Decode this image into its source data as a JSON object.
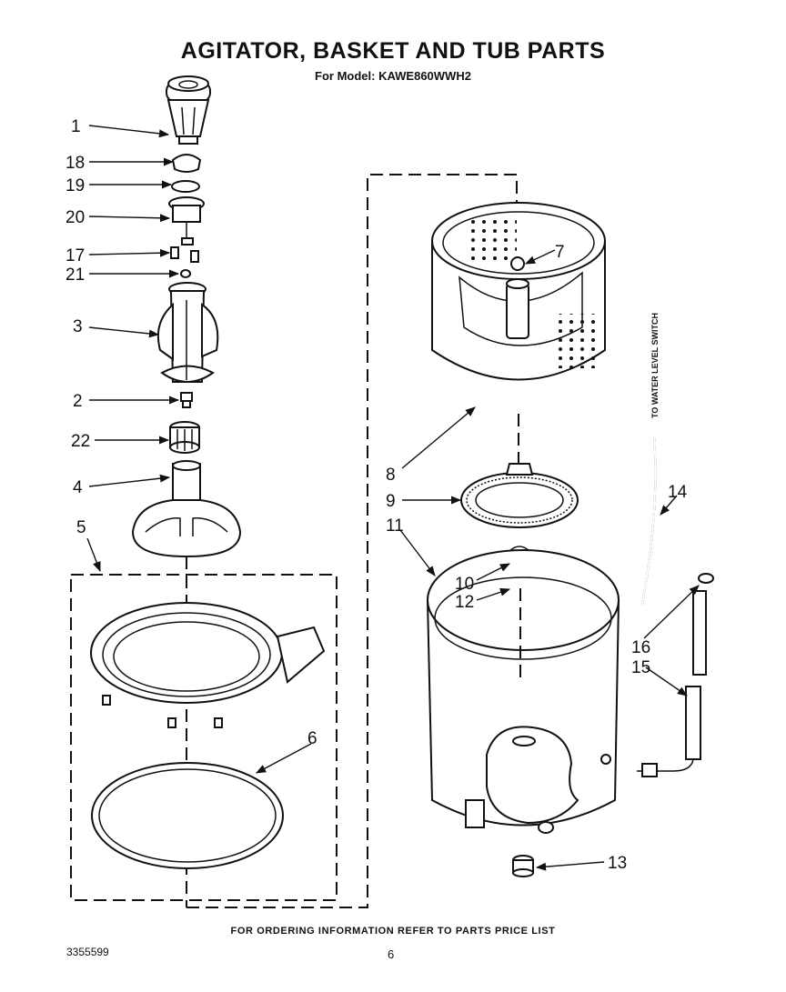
{
  "header": {
    "title": "AGITATOR, BASKET AND TUB PARTS",
    "subtitle": "For Model: KAWE860WWH2"
  },
  "side_label": "TO WATER LEVEL SWITCH",
  "callouts": {
    "c1": "1",
    "c18": "18",
    "c19": "19",
    "c20": "20",
    "c17": "17",
    "c21": "21",
    "c3": "3",
    "c2": "2",
    "c22": "22",
    "c4": "4",
    "c5": "5",
    "c6": "6",
    "c7": "7",
    "c8": "8",
    "c9": "9",
    "c11": "11",
    "c10": "10",
    "c12": "12",
    "c13": "13",
    "c14": "14",
    "c16": "16",
    "c15": "15"
  },
  "footer": {
    "ordering_note": "FOR ORDERING INFORMATION REFER TO PARTS PRICE LIST",
    "doc_number": "3355599",
    "page_number": "6"
  }
}
